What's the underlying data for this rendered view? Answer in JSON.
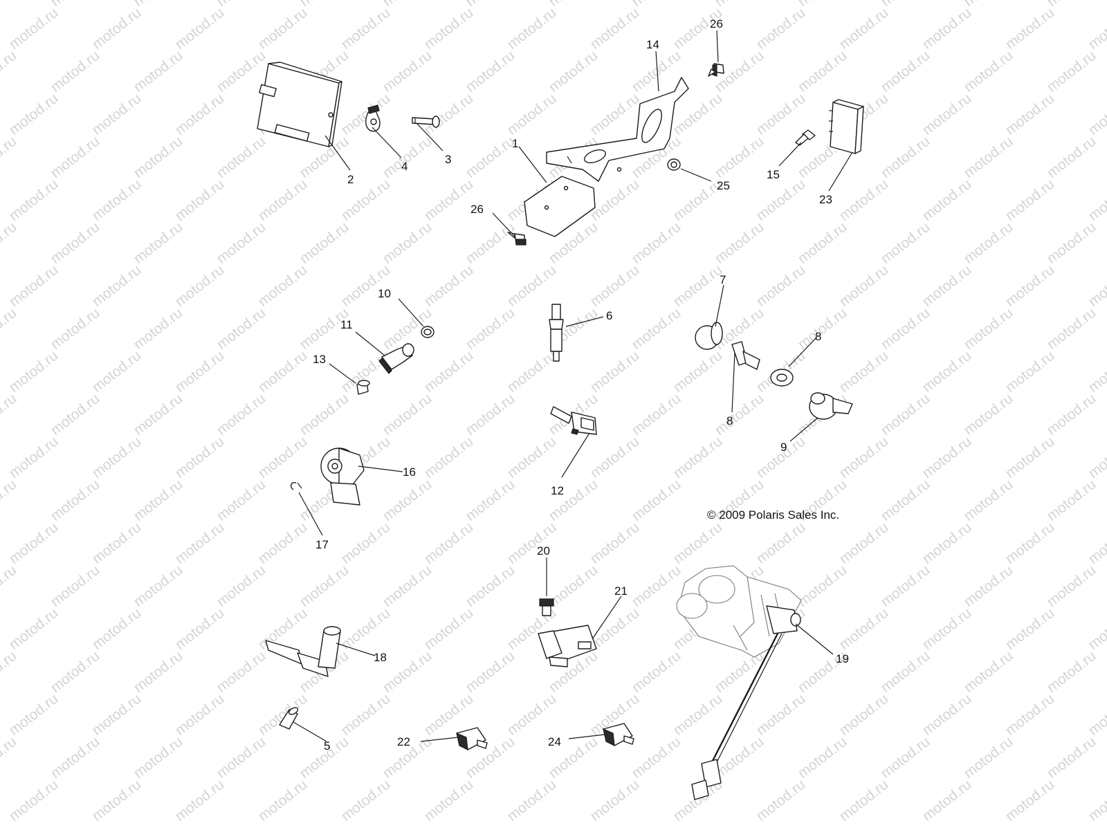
{
  "watermark": {
    "text": "motod.ru"
  },
  "copyright": "© 2009 Polaris Sales Inc.",
  "callouts": [
    {
      "id": "c2",
      "label": "2"
    },
    {
      "id": "c4",
      "label": "4"
    },
    {
      "id": "c3",
      "label": "3"
    },
    {
      "id": "c1",
      "label": "1"
    },
    {
      "id": "c14",
      "label": "14"
    },
    {
      "id": "c26a",
      "label": "26"
    },
    {
      "id": "c26b",
      "label": "26"
    },
    {
      "id": "c25",
      "label": "25"
    },
    {
      "id": "c15",
      "label": "15"
    },
    {
      "id": "c23",
      "label": "23"
    },
    {
      "id": "c10",
      "label": "10"
    },
    {
      "id": "c11",
      "label": "11"
    },
    {
      "id": "c13",
      "label": "13"
    },
    {
      "id": "c6",
      "label": "6"
    },
    {
      "id": "c7",
      "label": "7"
    },
    {
      "id": "c8a",
      "label": "8"
    },
    {
      "id": "c8b",
      "label": "8"
    },
    {
      "id": "c9",
      "label": "9"
    },
    {
      "id": "c12",
      "label": "12"
    },
    {
      "id": "c16",
      "label": "16"
    },
    {
      "id": "c17",
      "label": "17"
    },
    {
      "id": "c20",
      "label": "20"
    },
    {
      "id": "c21",
      "label": "21"
    },
    {
      "id": "c18",
      "label": "18"
    },
    {
      "id": "c19",
      "label": "19"
    },
    {
      "id": "c5",
      "label": "5"
    },
    {
      "id": "c22",
      "label": "22"
    },
    {
      "id": "c24",
      "label": "24"
    }
  ]
}
